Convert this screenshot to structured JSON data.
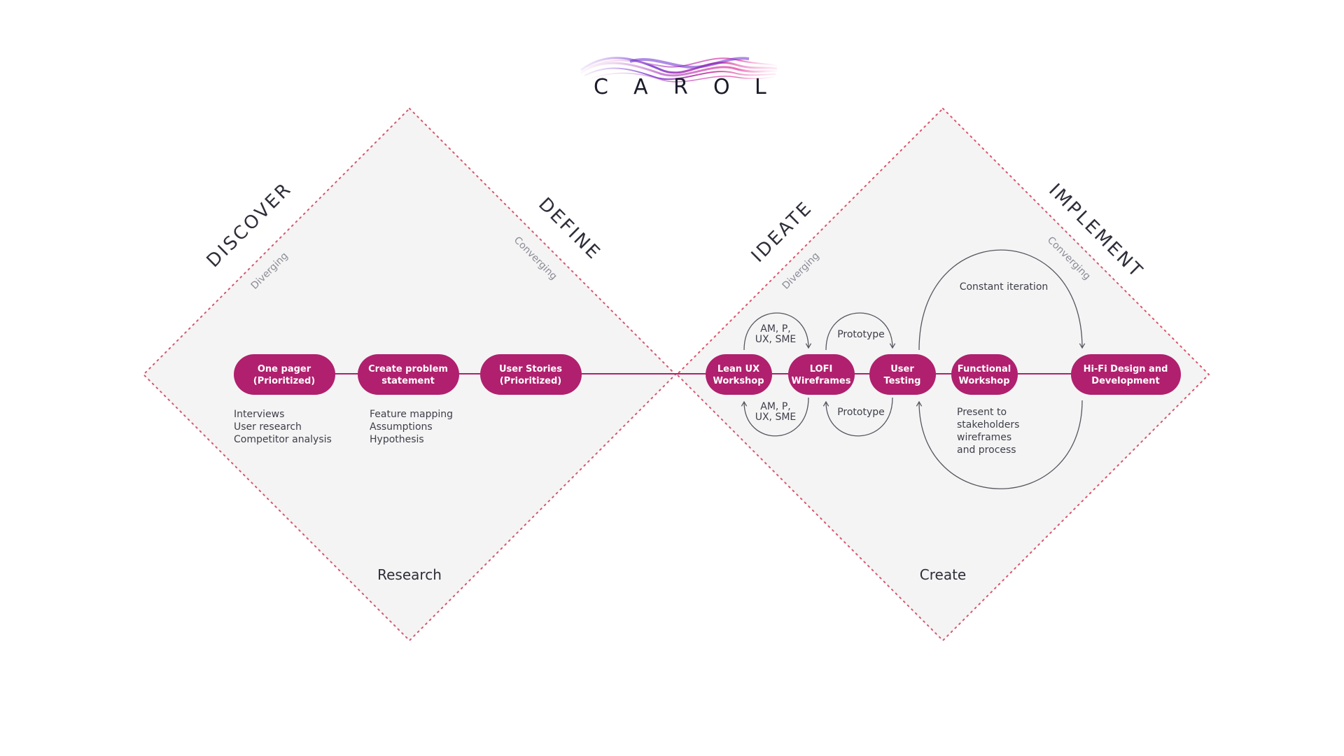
{
  "logo": {
    "letters": [
      "C",
      "A",
      "R",
      "O",
      "L"
    ]
  },
  "phases": {
    "discover": {
      "label": "DISCOVER",
      "mode": "Diverging"
    },
    "define": {
      "label": "DEFINE",
      "mode": "Converging"
    },
    "ideate": {
      "label": "IDEATE",
      "mode": "Diverging"
    },
    "implement": {
      "label": "IMPLEMENT",
      "mode": "Converging"
    }
  },
  "sections": {
    "research": "Research",
    "create": "Create"
  },
  "steps": {
    "one_pager": [
      "One pager",
      "(Prioritized)"
    ],
    "problem_statement": [
      "Create problem",
      "statement"
    ],
    "user_stories": [
      "User Stories",
      "(Prioritized)"
    ],
    "lean_ux": [
      "Lean UX",
      "Workshop"
    ],
    "lofi": [
      "LOFI",
      "Wireframes"
    ],
    "user_testing": [
      "User",
      "Testing"
    ],
    "functional_workshop": [
      "Functional",
      "Workshop"
    ],
    "hifi": [
      "Hi-Fi Design and",
      "Development"
    ]
  },
  "notes": {
    "one_pager": [
      "Interviews",
      "User research",
      "Competitor analysis"
    ],
    "problem_statement": [
      "Feature mapping",
      "Assumptions",
      "Hypothesis"
    ],
    "loop_top_1": [
      "AM, P,",
      "UX, SME"
    ],
    "loop_bottom_1": [
      "AM, P,",
      "UX, SME"
    ],
    "loop_top_2": "Prototype",
    "loop_bottom_2": "Prototype",
    "constant_iteration": "Constant iteration",
    "present": [
      "Present to",
      "stakeholders",
      "wireframes",
      "and process"
    ]
  },
  "colors": {
    "accent": "#b0206e",
    "diamond_fill": "#f4f4f4",
    "diamond_border": "#d9566f",
    "text": "#2e2e3a",
    "muted": "#8a8a96"
  }
}
